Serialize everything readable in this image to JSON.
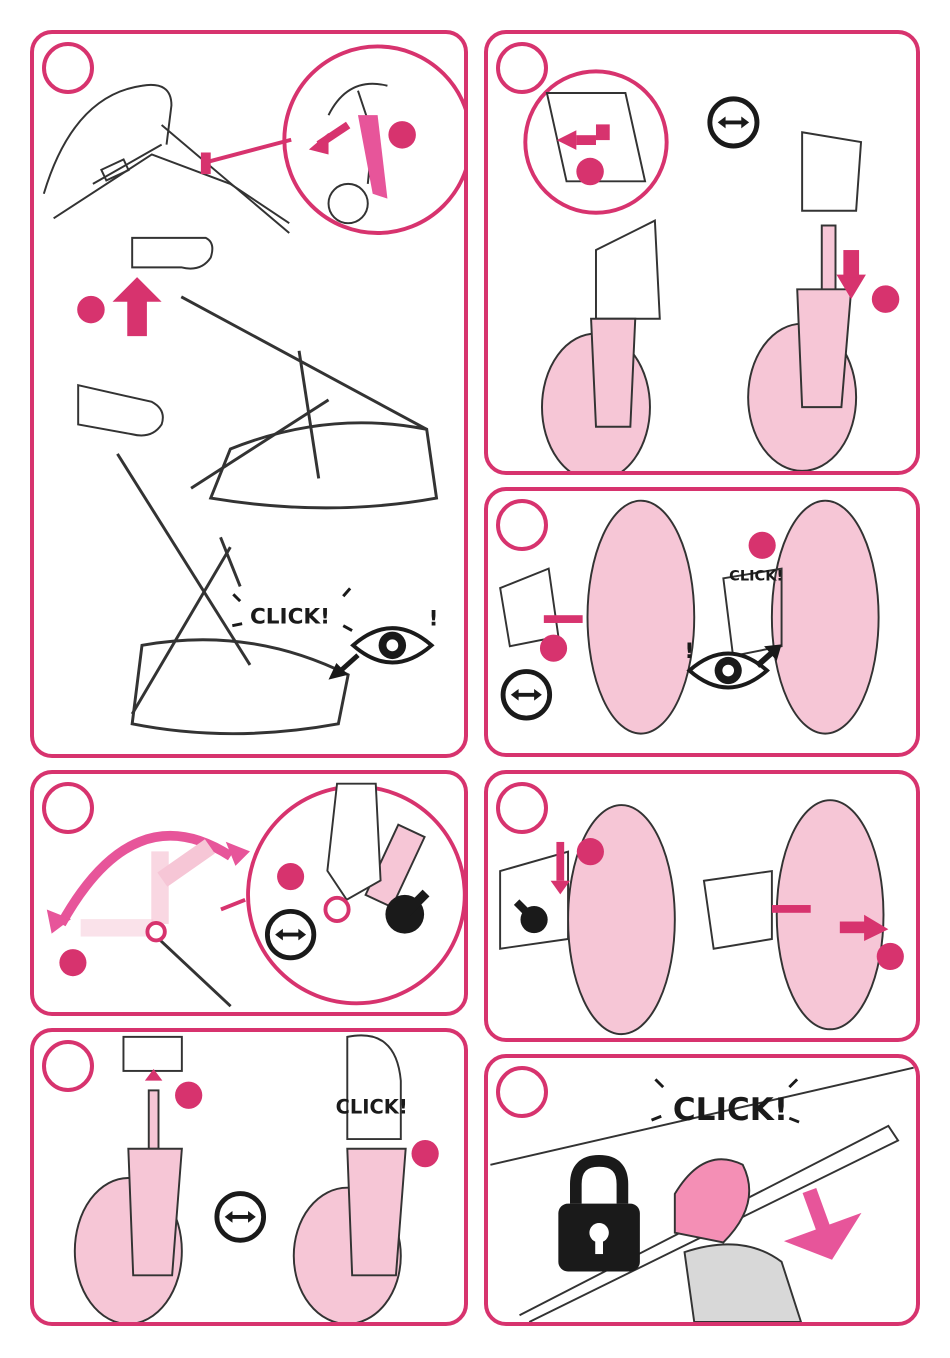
{
  "panels": [
    {
      "id": "panel-1",
      "click_label": "CLICK!",
      "alert_mark": "!"
    },
    {
      "id": "panel-2"
    },
    {
      "id": "panel-3",
      "click_label": "CLICK!",
      "alert_mark": "!"
    },
    {
      "id": "panel-4"
    },
    {
      "id": "panel-5"
    },
    {
      "id": "panel-6",
      "click_label": "CLICK!"
    },
    {
      "id": "panel-7",
      "click_label": "CLICK!"
    }
  ],
  "colors": {
    "accent": "#d7336e",
    "wheel_pink": "#f6c6d6",
    "ink": "#1a1a1a"
  },
  "icons": [
    "eye-icon",
    "rotate-icon",
    "push-arrow-icon",
    "padlock-icon",
    "step-marker-dot"
  ]
}
